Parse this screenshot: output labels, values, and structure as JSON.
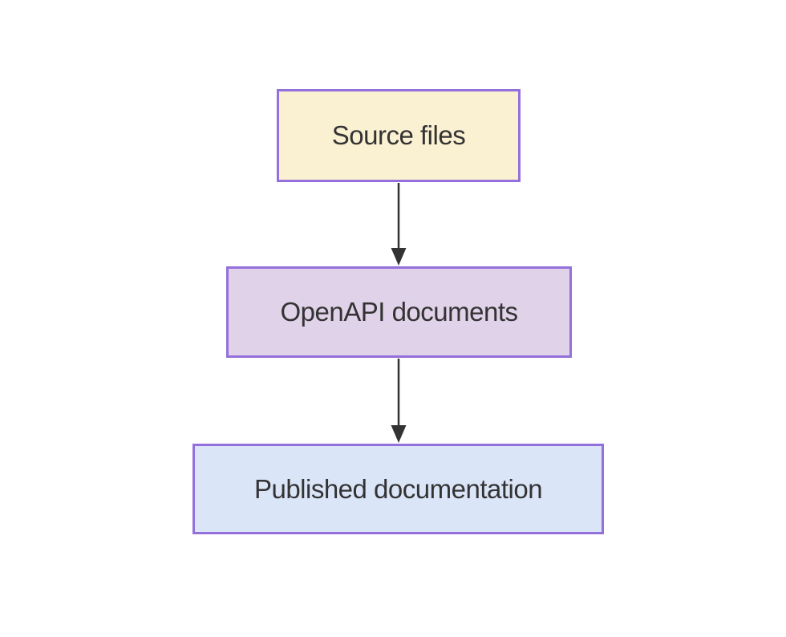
{
  "diagram": {
    "type": "flowchart",
    "direction": "top-down",
    "background_color": "#ffffff",
    "node_border_color": "#9370db",
    "node_text_color": "#333333",
    "edge_color": "#333333",
    "nodes": [
      {
        "id": "source-files",
        "label": "Source files",
        "fill": "#faf0d2"
      },
      {
        "id": "openapi-documents",
        "label": "OpenAPI documents",
        "fill": "#e0d2e8"
      },
      {
        "id": "published-documentation",
        "label": "Published documentation",
        "fill": "#dbe5f8"
      }
    ],
    "edges": [
      {
        "from": "source-files",
        "to": "openapi-documents",
        "arrow": "filled-triangle-down"
      },
      {
        "from": "openapi-documents",
        "to": "published-documentation",
        "arrow": "filled-triangle-down"
      }
    ]
  }
}
